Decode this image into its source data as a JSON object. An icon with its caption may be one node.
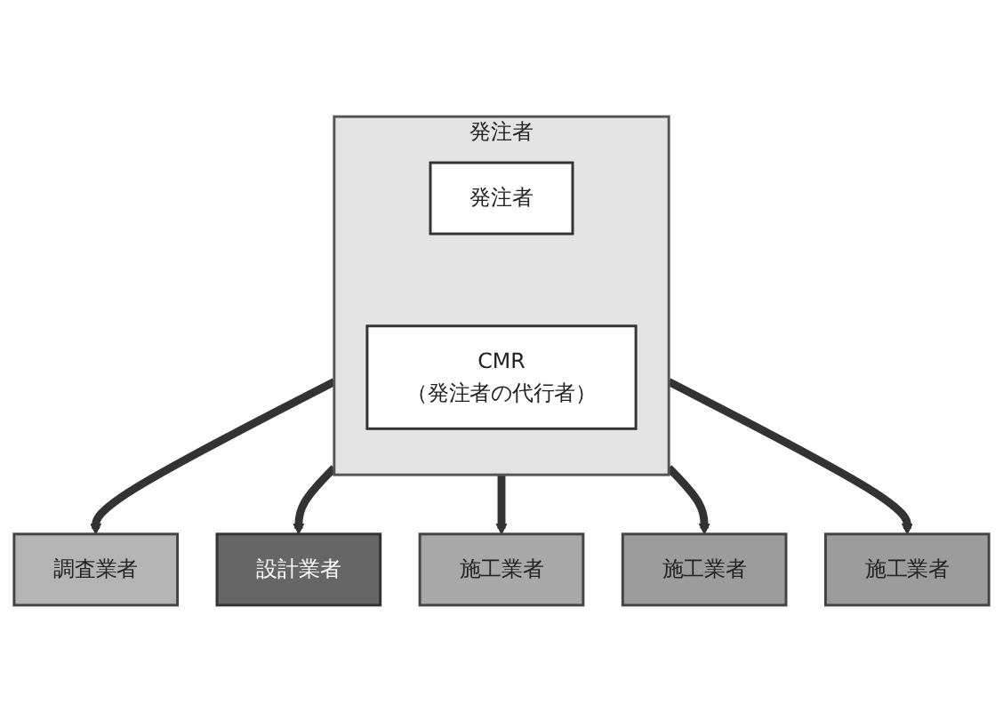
{
  "diagram": {
    "nodes": [
      {
        "text": [
          "発注者"
        ]
      },
      {
        "text": [
          "発注者"
        ],
        "in": 0
      },
      {
        "text": [
          "CMR",
          "（発注者の代行者）"
        ],
        "in": 0
      },
      {
        "text": [
          "調査業者"
        ]
      },
      {
        "text": [
          "設計業者"
        ]
      },
      {
        "text": [
          "施工業者"
        ]
      },
      {
        "text": [
          "施工業者"
        ]
      },
      {
        "text": [
          "施工業者"
        ]
      }
    ],
    "edges": [
      {
        "from": 0,
        "to": 3,
        "arrow": "to"
      },
      {
        "from": 0,
        "to": 4,
        "arrow": "to"
      },
      {
        "from": 0,
        "to": 5,
        "arrow": "to"
      },
      {
        "from": 0,
        "to": 6,
        "arrow": "to"
      },
      {
        "from": 0,
        "to": 7,
        "arrow": "to"
      }
    ]
  }
}
